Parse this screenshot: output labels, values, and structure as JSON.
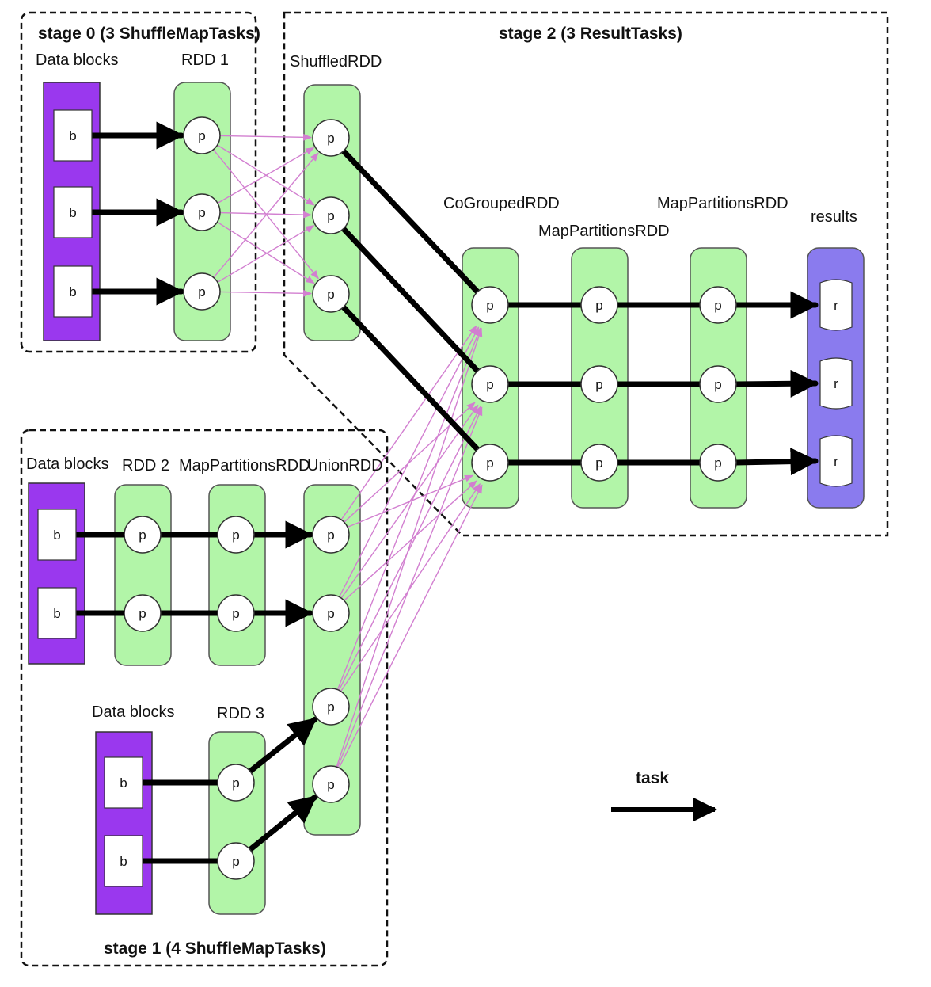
{
  "stages": {
    "stage0": "stage 0 (3 ShuffleMapTasks)",
    "stage1": "stage 1 (4 ShuffleMapTasks)",
    "stage2": "stage 2 (3 ResultTasks)"
  },
  "labels": {
    "data_blocks_0": "Data blocks",
    "rdd1": "RDD 1",
    "shuffled_rdd": "ShuffledRDD",
    "cogrouped_rdd": "CoGroupedRDD",
    "map_partitions_a": "MapPartitionsRDD",
    "map_partitions_b": "MapPartitionsRDD",
    "results": "results",
    "data_blocks_1": "Data blocks",
    "rdd2": "RDD 2",
    "map_partitions_c": "MapPartitionsRDD",
    "union_rdd": "UnionRDD",
    "data_blocks_2": "Data blocks",
    "rdd3": "RDD 3"
  },
  "node_text": {
    "block": "b",
    "partition": "p",
    "result": "r"
  },
  "legend": {
    "task_label": "task"
  },
  "colors": {
    "block_group": "#9a38ee",
    "rdd_group": "#b2f5a8",
    "result_group": "#8a7bee",
    "shuffle_edge": "#d27fd0",
    "task_edge": "#000000"
  }
}
